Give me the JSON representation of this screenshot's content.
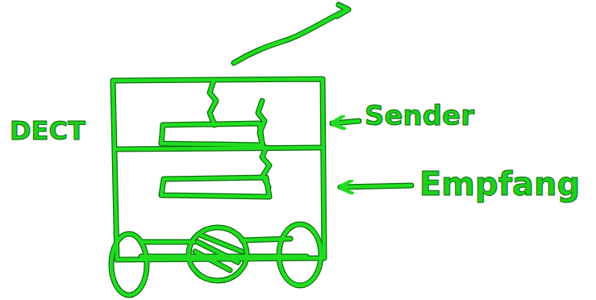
{
  "diagram": {
    "labels": [
      "DECT",
      "Sender",
      "Empfang"
    ]
  }
}
